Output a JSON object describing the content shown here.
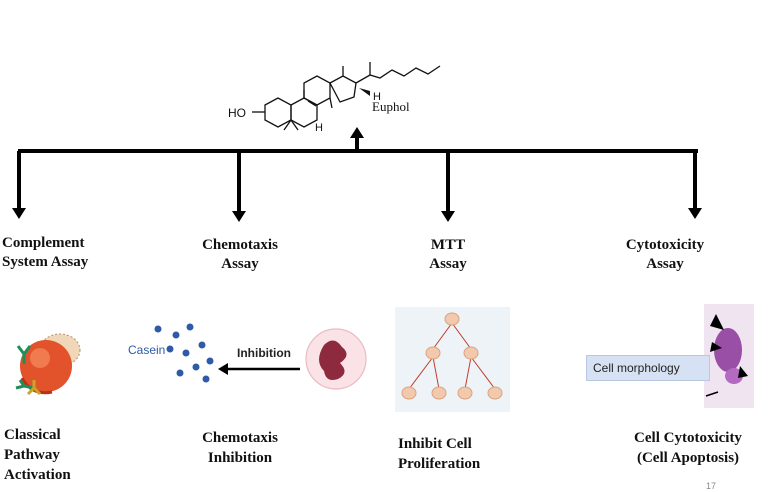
{
  "compound": {
    "name": "Euphol",
    "ho_label": "HO",
    "h_label": "H"
  },
  "assays": [
    {
      "id": "complement",
      "title_line1": "Complement",
      "title_line2": "System Assay",
      "result_lines": [
        "Classical",
        "Pathway",
        "Activation"
      ]
    },
    {
      "id": "chemotaxis",
      "title_line1": "Chemotaxis",
      "title_line2": "Assay",
      "result_lines": [
        "Chemotaxis",
        "Inhibition"
      ]
    },
    {
      "id": "mtt",
      "title_line1": "MTT",
      "title_line2": "Assay",
      "result_lines": [
        "Inhibit Cell",
        "Proliferation"
      ]
    },
    {
      "id": "cytotoxicity",
      "title_line1": "Cytotoxicity",
      "title_line2": "Assay",
      "result_lines": [
        "Cell Cytotoxicity",
        "(Cell Apoptosis)"
      ]
    }
  ],
  "chemotaxis_figure": {
    "casein_label": "Casein",
    "inhibition_label": "Inhibition"
  },
  "cytotoxicity_figure": {
    "morphology_label": "Cell morphology"
  },
  "page_number": "17",
  "colors": {
    "arrow": "#000000",
    "casein": "#2f5aa8",
    "neutrophil": "#8e2a3e",
    "mtt_cell": "#f2c9ad",
    "morph_box": "#d6e2f3"
  }
}
